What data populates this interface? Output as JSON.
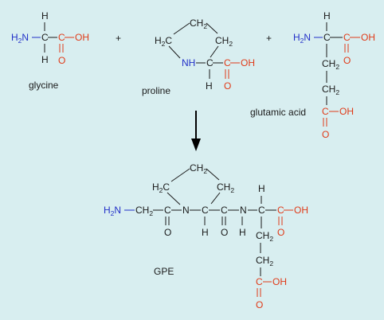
{
  "colors": {
    "carbon_backbone": "#1a1a1a",
    "carboxyl": "#e03a18",
    "amino": "#2230c8",
    "background": "#d8eef0"
  },
  "labels": {
    "glycine": "glycine",
    "proline": "proline",
    "glutamic_acid": "glutamic acid",
    "product": "GPE",
    "plus": "+"
  },
  "atoms": {
    "H": "H",
    "C": "C",
    "O": "O",
    "N": "N",
    "OH": "OH",
    "NH": "NH",
    "H2N": "H",
    "H2N_N": "N",
    "CH2_C": "CH",
    "two": "2"
  }
}
